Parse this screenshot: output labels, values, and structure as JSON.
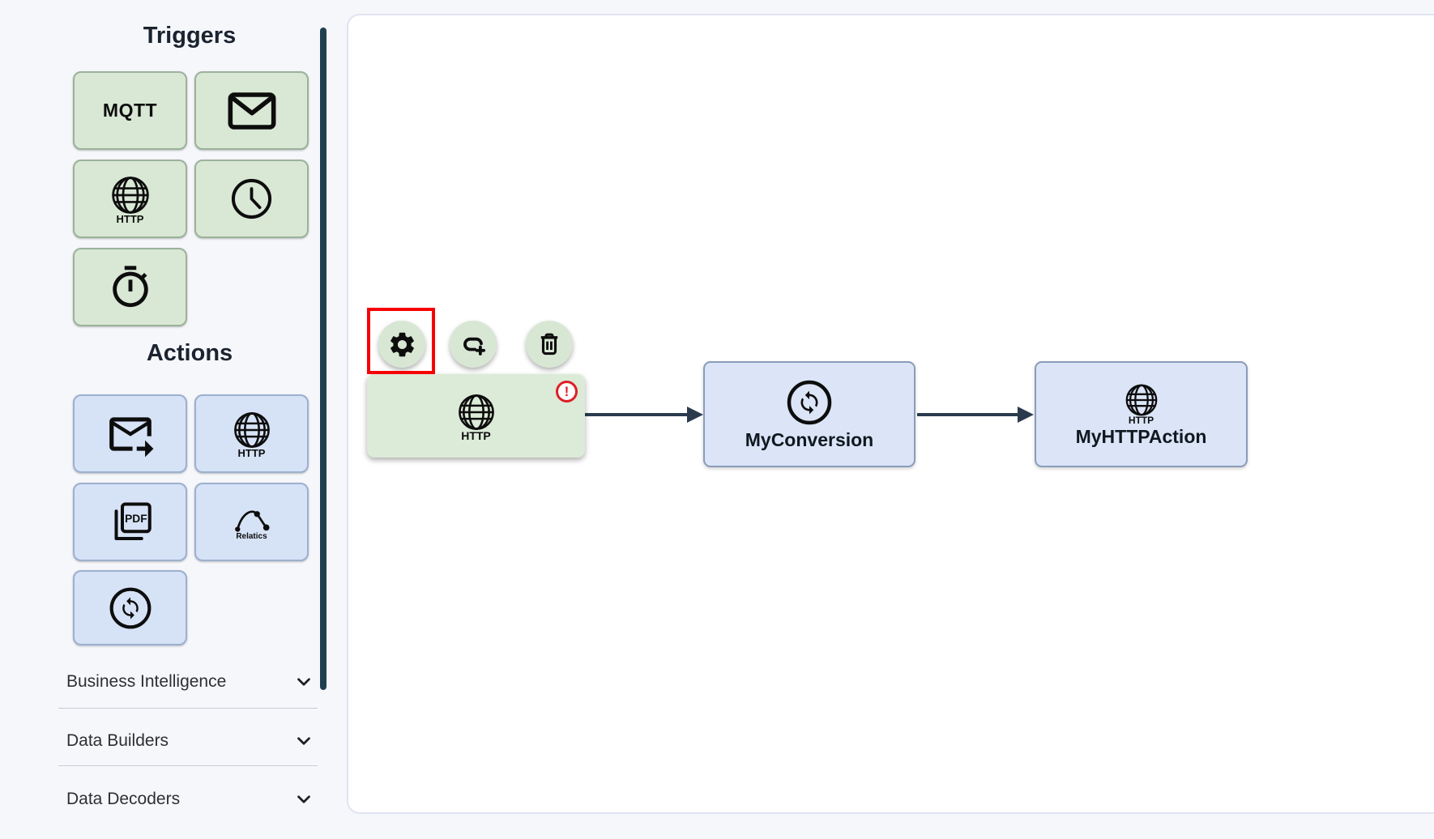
{
  "colors": {
    "page_bg": "#f6f7fb",
    "canvas_bg": "#ffffff",
    "canvas_border": "#e0e3f2",
    "trigger_tile_bg": "#d9e8d5",
    "trigger_tile_border": "#9cb29a",
    "action_tile_bg": "#d6e2f6",
    "action_tile_border": "#9db0cf",
    "selected_node_bg": "#dcead8",
    "action_node_bg": "#dbe5f7",
    "action_node_border": "#8b9cba",
    "edge": "#2b3b4e",
    "error_red": "#dd1f26",
    "highlight_red": "#f60105",
    "scrollbar_thumb": "#21404f",
    "icon_black": "#0d0d0d"
  },
  "sidebar": {
    "triggers": {
      "title": "Triggers",
      "items": [
        {
          "name": "mqtt-trigger",
          "label": "MQTT"
        },
        {
          "name": "email-trigger",
          "icon": "envelope-icon"
        },
        {
          "name": "http-trigger",
          "icon": "globe-icon",
          "caption": "HTTP"
        },
        {
          "name": "schedule-trigger",
          "icon": "clock-icon"
        },
        {
          "name": "timer-trigger",
          "icon": "timer-icon"
        }
      ]
    },
    "actions": {
      "title": "Actions",
      "items": [
        {
          "name": "send-email-action",
          "icon": "send-mail-icon"
        },
        {
          "name": "http-action",
          "icon": "globe-icon",
          "caption": "HTTP"
        },
        {
          "name": "pdf-action",
          "icon": "pdf-icon",
          "caption": "PDF"
        },
        {
          "name": "relatics-action",
          "icon": "relatics-icon",
          "caption": "Relatics"
        },
        {
          "name": "conversion-action",
          "icon": "sync-icon"
        }
      ]
    },
    "groups": [
      {
        "label": "Business Intelligence"
      },
      {
        "label": "Data Builders"
      },
      {
        "label": "Data Decoders"
      }
    ]
  },
  "canvas": {
    "toolbar": {
      "buttons": [
        {
          "name": "settings",
          "icon": "gear-icon",
          "highlighted": true
        },
        {
          "name": "add-link",
          "icon": "link-plus-icon",
          "highlighted": false
        },
        {
          "name": "delete",
          "icon": "trash-icon",
          "highlighted": false
        }
      ]
    },
    "error_glyph": "!",
    "nodes": [
      {
        "name": "http-trigger-node",
        "type": "trigger",
        "caption": "HTTP",
        "has_error": true
      },
      {
        "name": "conversion-node",
        "type": "action",
        "label": "MyConversion"
      },
      {
        "name": "http-action-node",
        "type": "action",
        "caption": "HTTP",
        "label": "MyHTTPAction"
      }
    ]
  }
}
